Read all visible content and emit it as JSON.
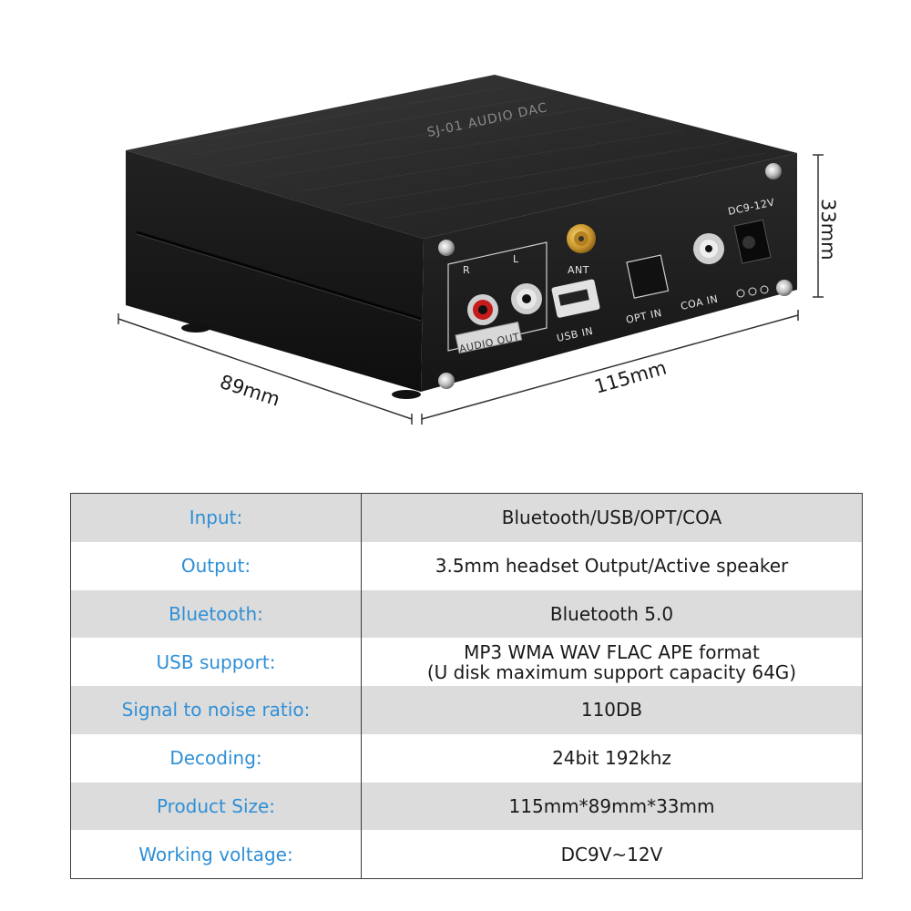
{
  "product": {
    "device_engraving": "SJ-01 AUDIO DAC",
    "ports": {
      "ant": "ANT",
      "usb_in": "USB IN",
      "opt_in": "OPT IN",
      "coa_in": "COA IN",
      "dc_label": "DC9-12V",
      "audio_out": "AUDIO OUT",
      "r": "R",
      "l": "L"
    },
    "dimensions": {
      "depth": "89mm",
      "width": "115mm",
      "height": "33mm"
    }
  },
  "specs": [
    {
      "label": "Input:",
      "value": [
        "Bluetooth/USB/OPT/COA"
      ]
    },
    {
      "label": "Output:",
      "value": [
        "3.5mm headset Output/Active speaker"
      ]
    },
    {
      "label": "Bluetooth:",
      "value": [
        "Bluetooth 5.0"
      ]
    },
    {
      "label": "USB support:",
      "value": [
        "MP3 WMA WAV FLAC APE format",
        "(U disk maximum support capacity 64G)"
      ]
    },
    {
      "label": "Signal to noise ratio:",
      "value": [
        "110DB"
      ]
    },
    {
      "label": "Decoding:",
      "value": [
        "24bit 192khz"
      ]
    },
    {
      "label": "Product Size:",
      "value": [
        "115mm*89mm*33mm"
      ]
    },
    {
      "label": "Working voltage:",
      "value": [
        "DC9V~12V"
      ]
    }
  ],
  "colors": {
    "label_blue": "#2f8fd6",
    "row_gray": "#dcdcdc",
    "device_black": "#1c1c1c"
  }
}
